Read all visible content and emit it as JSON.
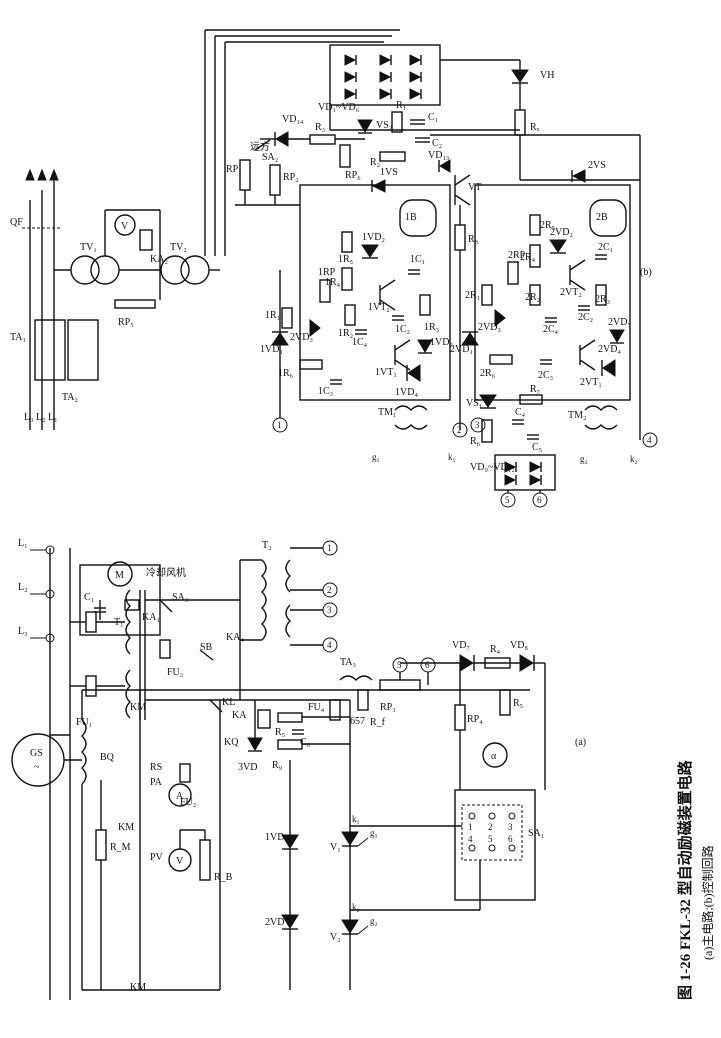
{
  "figure": {
    "caption": "图 1-26  FKL-32 型自动励磁装置电路",
    "subcaption": "(a)主电路;(b)控制回路",
    "panel_a": "(a)",
    "panel_b": "(b)"
  },
  "main_circuit": {
    "lines": [
      "L₁",
      "L₂",
      "L₃"
    ],
    "generator": "GS",
    "generator_sub": "~",
    "fan_motor": "M",
    "fan_label": "冷却风机",
    "labels": {
      "BQ": "BQ",
      "RM": "R_M",
      "KM1": "KM",
      "KM2": "KM",
      "KM3": "KM",
      "PA": "PA",
      "PA_sym": "A",
      "PV": "PV",
      "PV_sym": "V",
      "RB": "R_B",
      "RS": "RS",
      "FU1": "FU₁",
      "FU2": "FU₂",
      "FU3": "FU₃",
      "FU4": "FU₄",
      "T1": "T₁",
      "T2": "T₂",
      "SA3": "SA₃",
      "SB": "SB",
      "KL": "KL",
      "KQ": "KQ",
      "KA": "KA",
      "KA1": "KA₁",
      "KA4": "KA₄",
      "C1": "C₁",
      "C6": "C₆",
      "VD3": "3VD",
      "VD1": "1VD",
      "VD2": "2VD",
      "R5": "R₅",
      "R9": "R₉",
      "V1": "V₁",
      "V2": "V₂",
      "k1": "k₁",
      "g1": "g₁",
      "k2": "k₂",
      "g2": "g₂",
      "TA3": "TA₃",
      "Rf": "R_f",
      "RP3": "RP₃",
      "RP4": "RP₄",
      "R4": "R₄",
      "R5b": "R₅",
      "VD7": "VD₇",
      "VD8": "VD₈",
      "SA1": "SA₁",
      "ammeter": "α",
      "n657": "657"
    },
    "terminals": [
      "1",
      "2",
      "3",
      "4",
      "5",
      "6"
    ],
    "switch_contacts": [
      "1",
      "2",
      "3",
      "4",
      "5",
      "6"
    ]
  },
  "control_circuit": {
    "labels": {
      "QF": "QF",
      "L1": "L₁",
      "L2": "L₂",
      "L3": "L₃",
      "TA1": "TA₁",
      "TA2": "TA₂",
      "TV1": "TV₁",
      "TV2": "TV₂",
      "V": "V",
      "KA2": "KA₂",
      "RP5": "RP₅",
      "RP1": "RP₁",
      "RP2": "RP₂",
      "SA2": "SA₂",
      "remote": "远方",
      "VD1_6": "VD₁~VD₆",
      "VH": "VH",
      "R3": "R₃",
      "R1": "R₁",
      "R2": "R₂",
      "C1": "C₁",
      "C2": "C₂",
      "VS2": "VS₂",
      "RP6": "RP₆",
      "VD14": "VD₁₄",
      "VD13": "VD₁₃",
      "Rx": "Rₓ",
      "VT": "VT",
      "VS1_top": "1VS",
      "VS2_top": "2VS",
      "B1": "1B",
      "B2": "2B",
      "R8": "R₈",
      "r1R5": "1R₅",
      "r1R4": "1R₄",
      "r1RP": "1RP",
      "r1R2": "1R₂",
      "r1R1": "1R₁",
      "r1R3": "1R₃",
      "r1R6": "1R₆",
      "r1VD1": "1VD₁",
      "r1VD2": "1VD₂",
      "r1VD3": "2VD₃",
      "r1VD4": "1VD₄",
      "r1VD5": "1VD₅",
      "r1VT1": "1VT₁",
      "r1VT2": "1VT₂",
      "r1C1": "1C₁",
      "r1C2": "1C₂",
      "r1C3": "1C₃",
      "r1C4": "1C₄",
      "TM1": "TM₁",
      "g1": "g₁",
      "k1": "k₁",
      "r2R5": "2R₅",
      "r2R4": "2R₄",
      "r2RP": "2RP",
      "r2R2": "2R₂",
      "r2R1": "2R₁",
      "r2R3": "2R₃",
      "r2R6": "2R₆",
      "r2VD1": "2VD₁",
      "r2VD2": "2VD₂",
      "r2VD3": "2VD₃",
      "r2VD4": "2VD₄",
      "r2VD5": "2VD₅",
      "r2VT1": "2VT₁",
      "r2VT2": "2VT₂",
      "r2C1": "2C₁",
      "r2C2": "2C₂",
      "r2C3": "2C₃",
      "r2C4": "2C₄",
      "TM2": "TM₂",
      "g2": "g₂",
      "k2": "k₂",
      "VS1": "VS₁",
      "R6": "R₆",
      "R7": "R₇",
      "C4": "C₄",
      "C5": "C₅",
      "VD9_12": "VD₉~VD₁₂"
    },
    "terminals": [
      "1",
      "2",
      "3",
      "4",
      "5",
      "6"
    ]
  }
}
